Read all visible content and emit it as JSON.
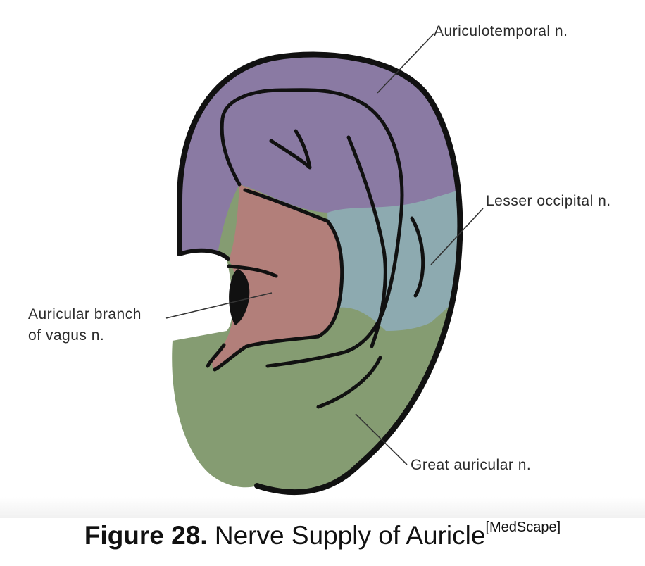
{
  "labels": {
    "auriculotemporal": "Auriculotemporal n.",
    "lesser_occipital": "Lesser occipital n.",
    "vagus_line1": "Auricular branch",
    "vagus_line2": "of vagus n.",
    "great_auricular": "Great auricular n."
  },
  "caption": {
    "prefix": "Figure 28.",
    "text": " Nerve Supply of Auricle",
    "source": "[MedScape]"
  },
  "colors": {
    "auriculotemporal": "#8a7aa3",
    "lesser_occipital": "#8daab0",
    "vagus": "#b27f7a",
    "great_auricular": "#859c72",
    "outline": "#111111",
    "leader": "#333333"
  }
}
